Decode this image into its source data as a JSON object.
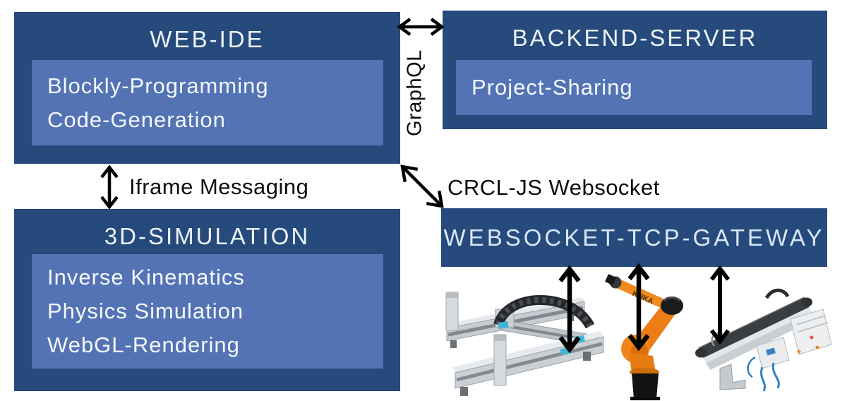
{
  "diagram": {
    "boxes": {
      "web_ide": {
        "title": "WEB-IDE",
        "features": [
          "Blockly-Programming",
          "Code-Generation"
        ]
      },
      "backend_server": {
        "title": "BACKEND-SERVER",
        "features": [
          "Project-Sharing"
        ]
      },
      "simulation_3d": {
        "title": "3D-SIMULATION",
        "features": [
          "Inverse Kinematics",
          "Physics Simulation",
          "WebGL-Rendering"
        ]
      },
      "gateway": {
        "title": "WEBSOCKET-TCP-GATEWAY"
      }
    },
    "connections": {
      "web_ide_backend": {
        "label": "GraphQL",
        "style": "horizontal-double-arrow"
      },
      "web_ide_simulation": {
        "label": "Iframe Messaging",
        "style": "vertical-double-arrow"
      },
      "web_ide_gateway": {
        "label": "CRCL-JS Websocket",
        "style": "diagonal-double-arrow"
      },
      "gateway_devices": {
        "style": "vertical-double-arrows",
        "count": 3
      }
    },
    "hardware": [
      {
        "name": "gantry-robot"
      },
      {
        "name": "robot-arm",
        "brand_label": "KUKA"
      },
      {
        "name": "conveyor-module"
      }
    ],
    "colors": {
      "box_dark": "#254a7b",
      "box_light": "#5373b5",
      "arrow": "#000000",
      "title_text": "#edf3fa",
      "feature_text": "#f5f8fc",
      "background": "#ffffff"
    }
  }
}
